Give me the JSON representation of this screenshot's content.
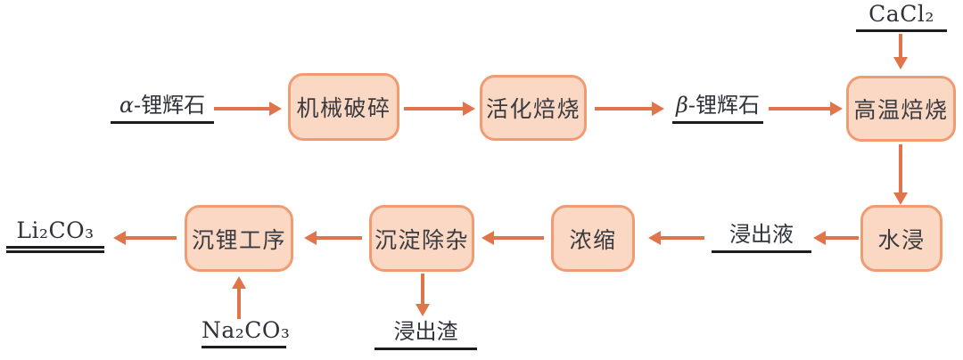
{
  "colors": {
    "box_fill": "#FAD8C3",
    "box_border": "#F09B72",
    "arrow": "#E0744A",
    "text": "#30323A",
    "underline": "#1C1C1C",
    "background": "#FFFFFF"
  },
  "boxes": {
    "mechanical_crushing": {
      "label": "机械破碎"
    },
    "activation_roasting": {
      "label": "活化焙烧"
    },
    "high_temp_roasting": {
      "label": "高温焙烧"
    },
    "water_leaching": {
      "label": "水浸"
    },
    "concentration": {
      "label": "浓缩"
    },
    "impurity_removal": {
      "label": "沉淀除杂"
    },
    "lithium_precipitation": {
      "label": "沉锂工序"
    }
  },
  "io": {
    "alpha_spodumene": {
      "greek": "α",
      "rest": "-锂辉石"
    },
    "beta_spodumene": {
      "greek": "β",
      "rest": "-锂辉石"
    },
    "cacl2": {
      "text": "CaCl₂"
    },
    "leachate": {
      "text": "浸出液"
    },
    "li2co3": {
      "text": "Li₂CO₃"
    },
    "na2co3": {
      "text": "Na₂CO₃"
    },
    "leach_residue": {
      "text": "浸出渣"
    }
  },
  "edges": [
    {
      "from": "alpha_spodumene",
      "to": "mechanical_crushing"
    },
    {
      "from": "mechanical_crushing",
      "to": "activation_roasting"
    },
    {
      "from": "activation_roasting",
      "to": "beta_spodumene"
    },
    {
      "from": "beta_spodumene",
      "to": "high_temp_roasting"
    },
    {
      "from": "cacl2",
      "to": "high_temp_roasting"
    },
    {
      "from": "high_temp_roasting",
      "to": "water_leaching"
    },
    {
      "from": "water_leaching",
      "to": "leachate"
    },
    {
      "from": "leachate",
      "to": "concentration"
    },
    {
      "from": "concentration",
      "to": "impurity_removal"
    },
    {
      "from": "impurity_removal",
      "to": "leach_residue"
    },
    {
      "from": "impurity_removal",
      "to": "lithium_precipitation"
    },
    {
      "from": "na2co3",
      "to": "lithium_precipitation"
    },
    {
      "from": "lithium_precipitation",
      "to": "li2co3"
    }
  ]
}
